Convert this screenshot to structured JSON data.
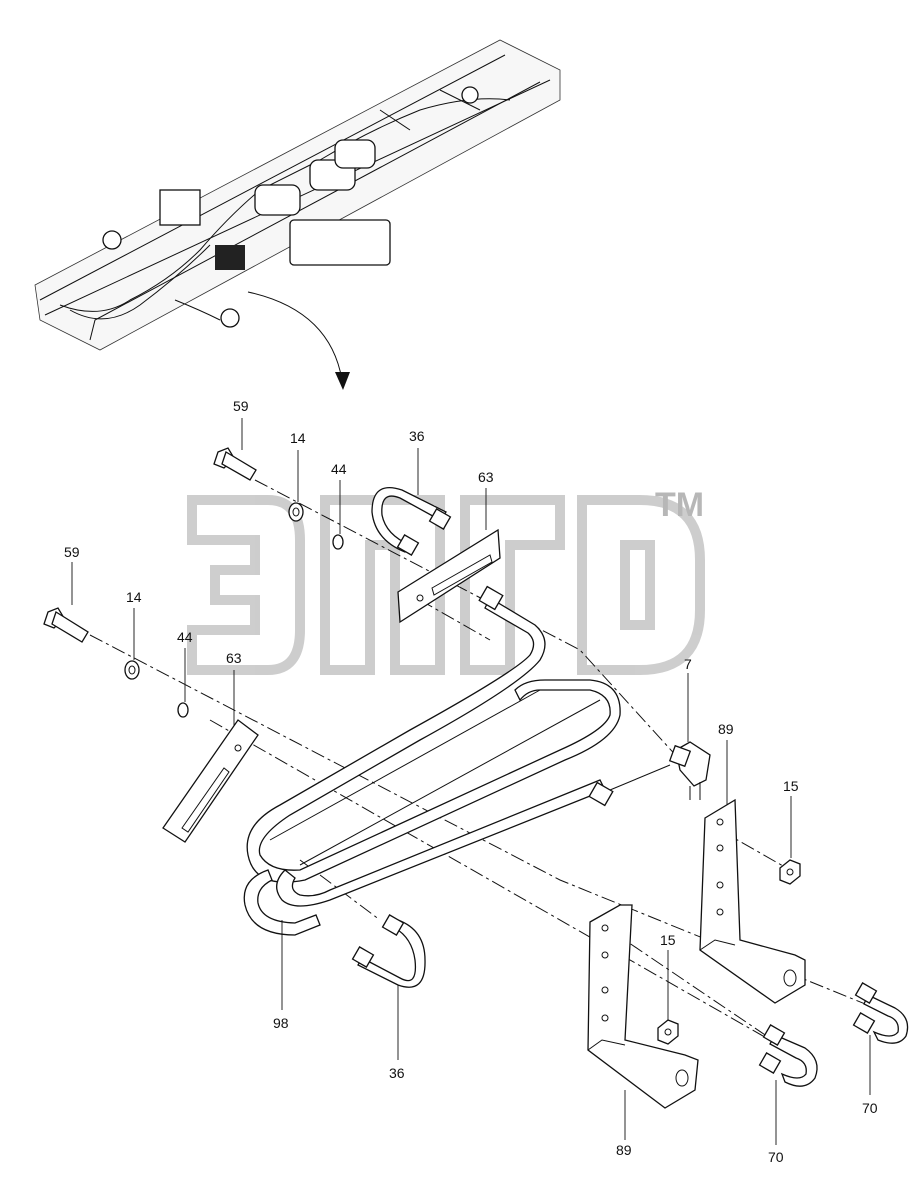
{
  "watermark": {
    "trademark": "TM"
  },
  "callouts": [
    {
      "id": "59a",
      "text": "59"
    },
    {
      "id": "14a",
      "text": "14"
    },
    {
      "id": "44a",
      "text": "44"
    },
    {
      "id": "36a",
      "text": "36"
    },
    {
      "id": "63a",
      "text": "63"
    },
    {
      "id": "59b",
      "text": "59"
    },
    {
      "id": "14b",
      "text": "14"
    },
    {
      "id": "44b",
      "text": "44"
    },
    {
      "id": "63b",
      "text": "63"
    },
    {
      "id": "7",
      "text": "7"
    },
    {
      "id": "89a",
      "text": "89"
    },
    {
      "id": "15a",
      "text": "15"
    },
    {
      "id": "15b",
      "text": "15"
    },
    {
      "id": "98",
      "text": "98"
    },
    {
      "id": "36b",
      "text": "36"
    },
    {
      "id": "89b",
      "text": "89"
    },
    {
      "id": "70a",
      "text": "70"
    },
    {
      "id": "70b",
      "text": "70"
    }
  ]
}
